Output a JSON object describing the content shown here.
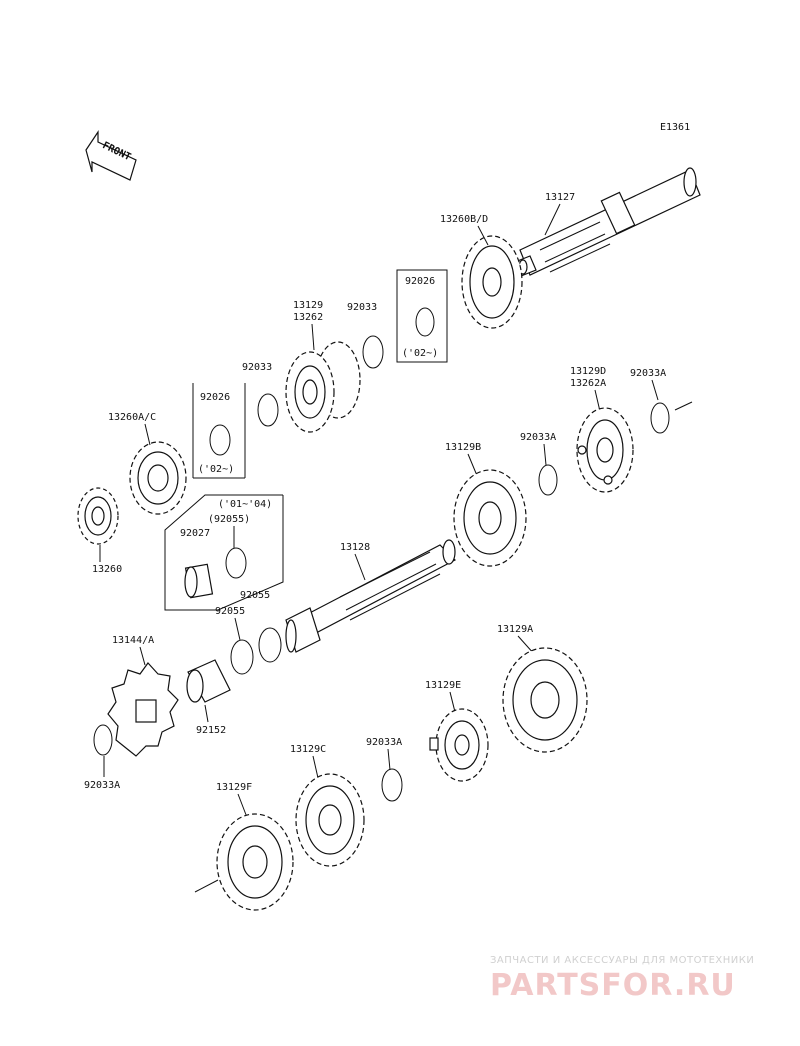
{
  "diagram_code": "E1361",
  "front_label": "FRONT",
  "labels": {
    "shaft_13127": "13127",
    "gear_13260bd": "13260B/D",
    "ring_92026_upper": "92026",
    "note_02_upper": "('02~)",
    "gear_13129_a": "13129",
    "gear_13262": "13262",
    "ring_92033_upper": "92033",
    "ring_92033_mid": "92033",
    "ring_92026_lower": "92026",
    "note_02_lower": "('02~)",
    "gear_13260ac": "13260A/C",
    "gear_13260": "13260",
    "gear_13129d": "13129D",
    "gear_13262a": "13262A",
    "ring_92033a_upper": "92033A",
    "ring_92033a_mid": "92033A",
    "gear_13129b": "13129B",
    "note_01_04": "('01~'04)",
    "note_92055_paren": "(92055)",
    "ring_92027": "92027",
    "ring_92055_a": "92055",
    "shaft_13128": "13128",
    "ring_92055_b": "92055",
    "sprocket_13144": "13144/A",
    "bush_92152": "92152",
    "ring_92033a_lower": "92033A",
    "gear_13129a": "13129A",
    "gear_13129e": "13129E",
    "ring_92033a_bottom": "92033A",
    "gear_13129c": "13129C",
    "gear_13129f": "13129F"
  },
  "watermark": {
    "tagline": "ЗАПЧАСТИ И АКСЕССУАРЫ ДЛЯ МОТОТЕХНИКИ",
    "brand": "PARTSFOR.RU"
  }
}
